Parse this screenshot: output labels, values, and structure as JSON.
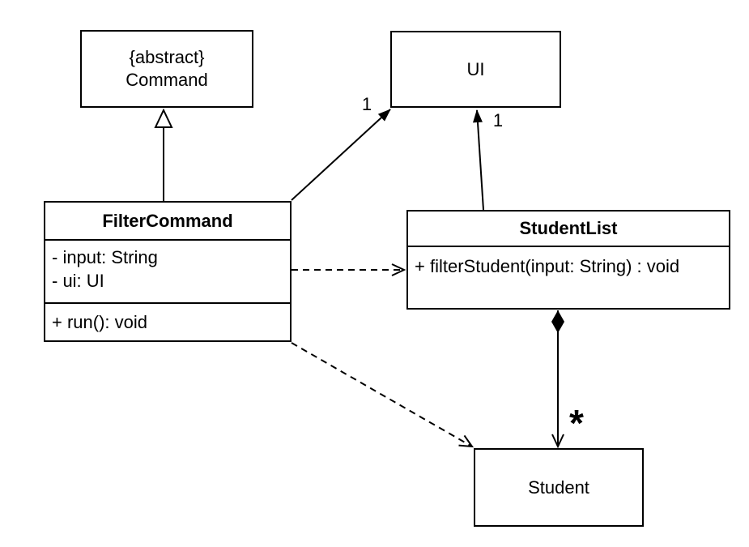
{
  "canvas": {
    "background": "#ffffff",
    "line_color": "#000000",
    "text_color": "#000000"
  },
  "classes": {
    "command": {
      "stereotype": "{abstract}",
      "name": "Command"
    },
    "ui": {
      "name": "UI"
    },
    "filterCommand": {
      "name": "FilterCommand",
      "attributes": [
        "- input: String",
        "- ui: UI"
      ],
      "methods": [
        "+ run(): void"
      ]
    },
    "studentList": {
      "name": "StudentList",
      "methods": [
        "+ filterStudent(input: String) : void"
      ]
    },
    "student": {
      "name": "Student"
    }
  },
  "relationships": {
    "filterCommandExtendsCommand": {
      "type": "generalization",
      "from": "FilterCommand",
      "to": "Command"
    },
    "filterCommandToUi": {
      "type": "association",
      "from": "FilterCommand",
      "to": "UI",
      "multiplicity": "1"
    },
    "studentListToUi": {
      "type": "association",
      "from": "StudentList",
      "to": "UI",
      "multiplicity": "1"
    },
    "filterCommandToStudentList": {
      "type": "dependency",
      "from": "FilterCommand",
      "to": "StudentList"
    },
    "filterCommandToStudent": {
      "type": "dependency",
      "from": "FilterCommand",
      "to": "Student"
    },
    "studentListToStudent": {
      "type": "composition",
      "from": "StudentList",
      "to": "Student",
      "multiplicity": "*"
    }
  }
}
